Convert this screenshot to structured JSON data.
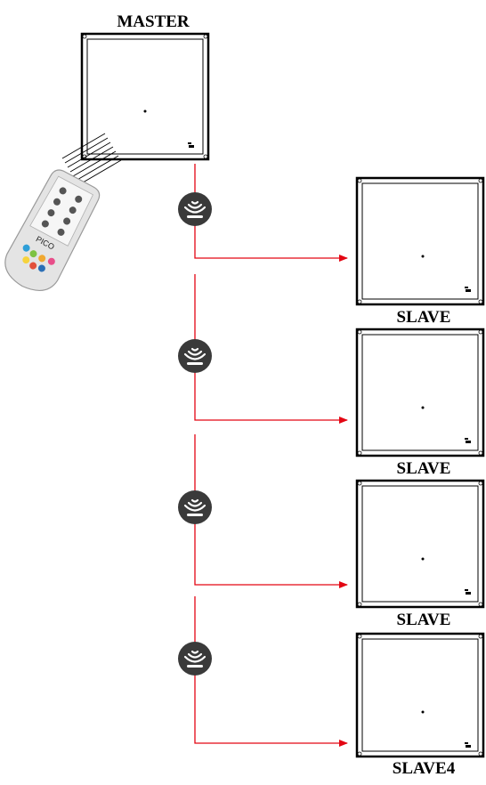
{
  "diagram": {
    "master": {
      "label": "MASTER"
    },
    "slaves": [
      {
        "label": "SLAVE"
      },
      {
        "label": "SLAVE"
      },
      {
        "label": "SLAVE"
      },
      {
        "label": "SLAVE4"
      }
    ],
    "remote": {
      "brand": "PICO",
      "icon": "remote-control-icon"
    },
    "link_icon": "wireless-signal-icon",
    "colors": {
      "link_line": "#e30613",
      "signal_badge": "#3a3a3a",
      "panel_stroke": "#000000"
    }
  }
}
